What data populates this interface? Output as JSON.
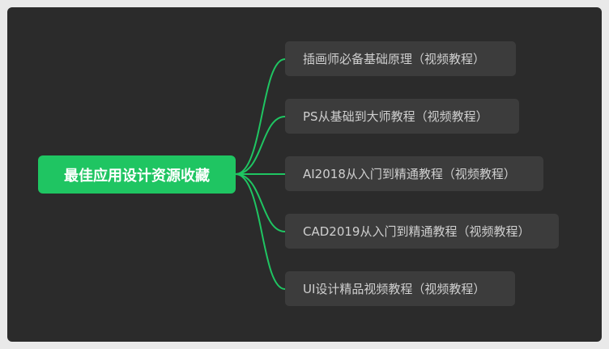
{
  "mindmap": {
    "root": {
      "label": "最佳应用设计资源收藏"
    },
    "children": [
      {
        "label": "插画师必备基础原理（视频教程）"
      },
      {
        "label": "PS从基础到大师教程（视频教程）"
      },
      {
        "label": "AI2018从入门到精通教程（视频教程）"
      },
      {
        "label": "CAD2019从入门到精通教程（视频教程）"
      },
      {
        "label": "UI设计精品视频教程（视频教程）"
      }
    ],
    "colors": {
      "background": "#2b2b2b",
      "root_fill": "#1fc562",
      "connector": "#1fc562",
      "child_fill": "#3c3c3c",
      "child_text": "#cfcfcf"
    }
  }
}
